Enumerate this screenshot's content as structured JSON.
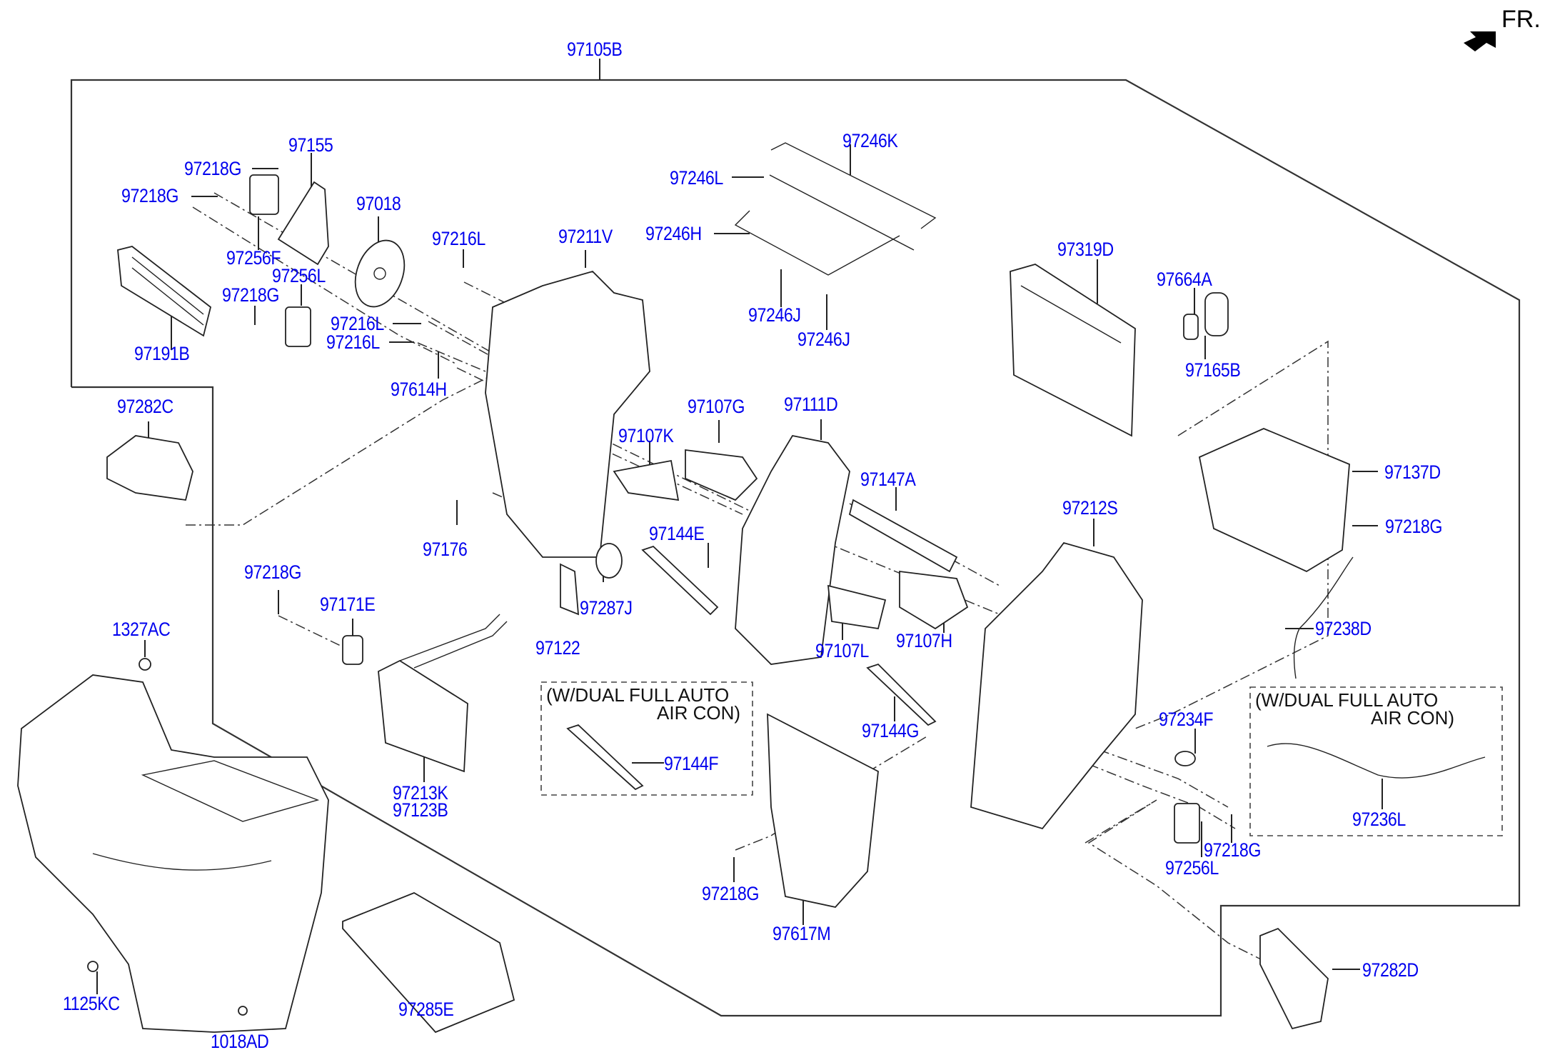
{
  "diagram": {
    "title": "Heater & Blower Unit - Exploded Parts Diagram",
    "direction_marker": {
      "label": "FR.",
      "icon": "front-direction-arrow"
    },
    "assembly_label": "97105B",
    "label_color": "#0000ee",
    "callouts": {
      "p97105B": "97105B",
      "p97155": "97155",
      "p97218G_a": "97218G",
      "p97218G_b": "97218G",
      "p97018": "97018",
      "p97216L_a": "97216L",
      "p97211V": "97211V",
      "p97246K": "97246K",
      "p97246L": "97246L",
      "p97246H": "97246H",
      "p97246J_a": "97246J",
      "p97246J_b": "97246J",
      "p97319D": "97319D",
      "p97664A": "97664A",
      "p97165B": "97165B",
      "p97256F": "97256F",
      "p97256L_a": "97256L",
      "p97218G_c": "97218G",
      "p97191B": "97191B",
      "p97216L_b": "97216L",
      "p97216L_c": "97216L",
      "p97614H": "97614H",
      "p97282C": "97282C",
      "p97107G": "97107G",
      "p97111D": "97111D",
      "p97107K": "97107K",
      "p97147A": "97147A",
      "p97137D": "97137D",
      "p97218G_d": "97218G",
      "p97212S": "97212S",
      "p97176": "97176",
      "p97144E": "97144E",
      "p97218G_e": "97218G",
      "p97171E": "97171E",
      "p97287J": "97287J",
      "p97122": "97122",
      "p1327AC": "1327AC",
      "p97238D": "97238D",
      "p97107L": "97107L",
      "p97107H": "97107H",
      "p97144G": "97144G",
      "p97234F": "97234F",
      "p97144F": "97144F",
      "p97213K": "97213K",
      "p97123B": "97123B",
      "p97236L": "97236L",
      "p97256L_b": "97256L",
      "p97218G_f": "97218G",
      "p97218G_g": "97218G",
      "p97617M": "97617M",
      "p1125KC": "1125KC",
      "p97285E": "97285E",
      "p97282D": "97282D",
      "p1018AD": "1018AD"
    },
    "option_notes": {
      "note_left_line1": "(W/DUAL FULL AUTO",
      "note_left_line2": "AIR CON)",
      "note_right_line1": "(W/DUAL FULL AUTO",
      "note_right_line2": "AIR CON)"
    }
  }
}
